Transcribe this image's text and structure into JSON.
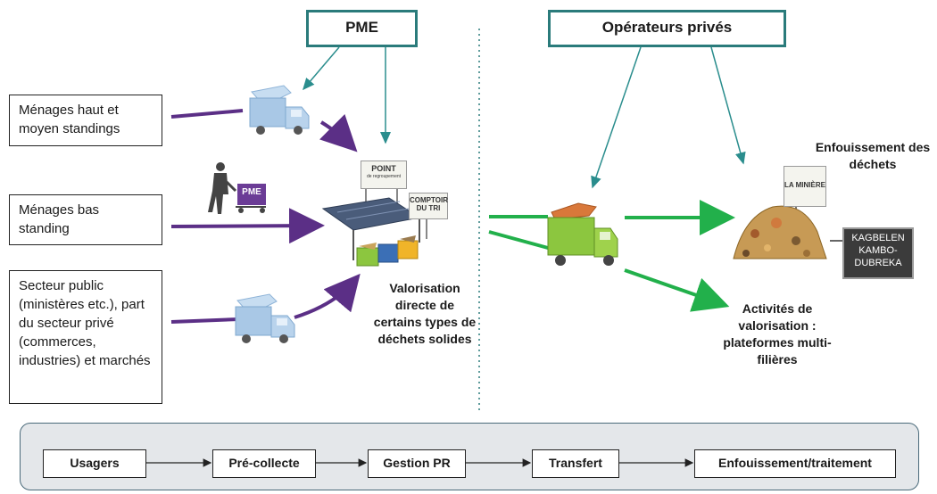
{
  "headers": {
    "pme": "PME",
    "operateurs": "Opérateurs privés"
  },
  "sources": {
    "menages_haut": "Ménages haut et moyen standings",
    "menages_bas": "Ménages bas standing",
    "secteur_public": "Secteur public (ministères etc.), part du secteur privé (commerces, industries) et marchés"
  },
  "cart_label": "PME",
  "signs": {
    "point": "POINT",
    "point_sub": "de regroupement",
    "comptoir": "COMPTOIR DU TRI",
    "la_miniere": "LA MINIÈRE"
  },
  "captions": {
    "valorisation": "Valorisation directe de certains types de déchets solides",
    "enfouissement": "Enfouissement des déchets",
    "activites": "Activités de valorisation : plateformes multi-filières"
  },
  "landfill_badge": "KAGBELEN KAMBO-DUBREKA",
  "flow": [
    "Usagers",
    "Pré-collecte",
    "Gestion PR",
    "Transfert",
    "Enfouissement/traitement"
  ],
  "colors": {
    "teal": "#2a7b7b",
    "purple": "#5b2f86",
    "green": "#22b04b",
    "truck_blue": "#a9c8e6",
    "truck_green": "#8cc63f"
  }
}
